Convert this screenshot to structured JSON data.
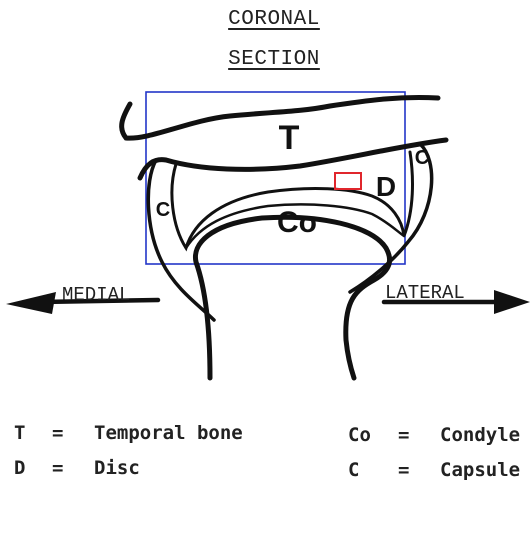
{
  "title": {
    "line1": "CORONAL",
    "line2": "SECTION"
  },
  "directions": {
    "medial": "MEDIAL",
    "lateral": "LATERAL"
  },
  "labels": {
    "temporal": "T",
    "disc": "D",
    "condyle": "Co",
    "capsule_left": "C",
    "capsule_right": "C"
  },
  "legend": [
    {
      "abbr": "T",
      "eq": "=",
      "text": "Temporal bone"
    },
    {
      "abbr": "D",
      "eq": "=",
      "text": "Disc"
    },
    {
      "abbr": "Co",
      "eq": "=",
      "text": "Condyle"
    },
    {
      "abbr": "C",
      "eq": "=",
      "text": "Capsule"
    }
  ],
  "colors": {
    "roi_box": "#2336c8",
    "disc_marker": "#e0262c",
    "ink": "#111111"
  }
}
